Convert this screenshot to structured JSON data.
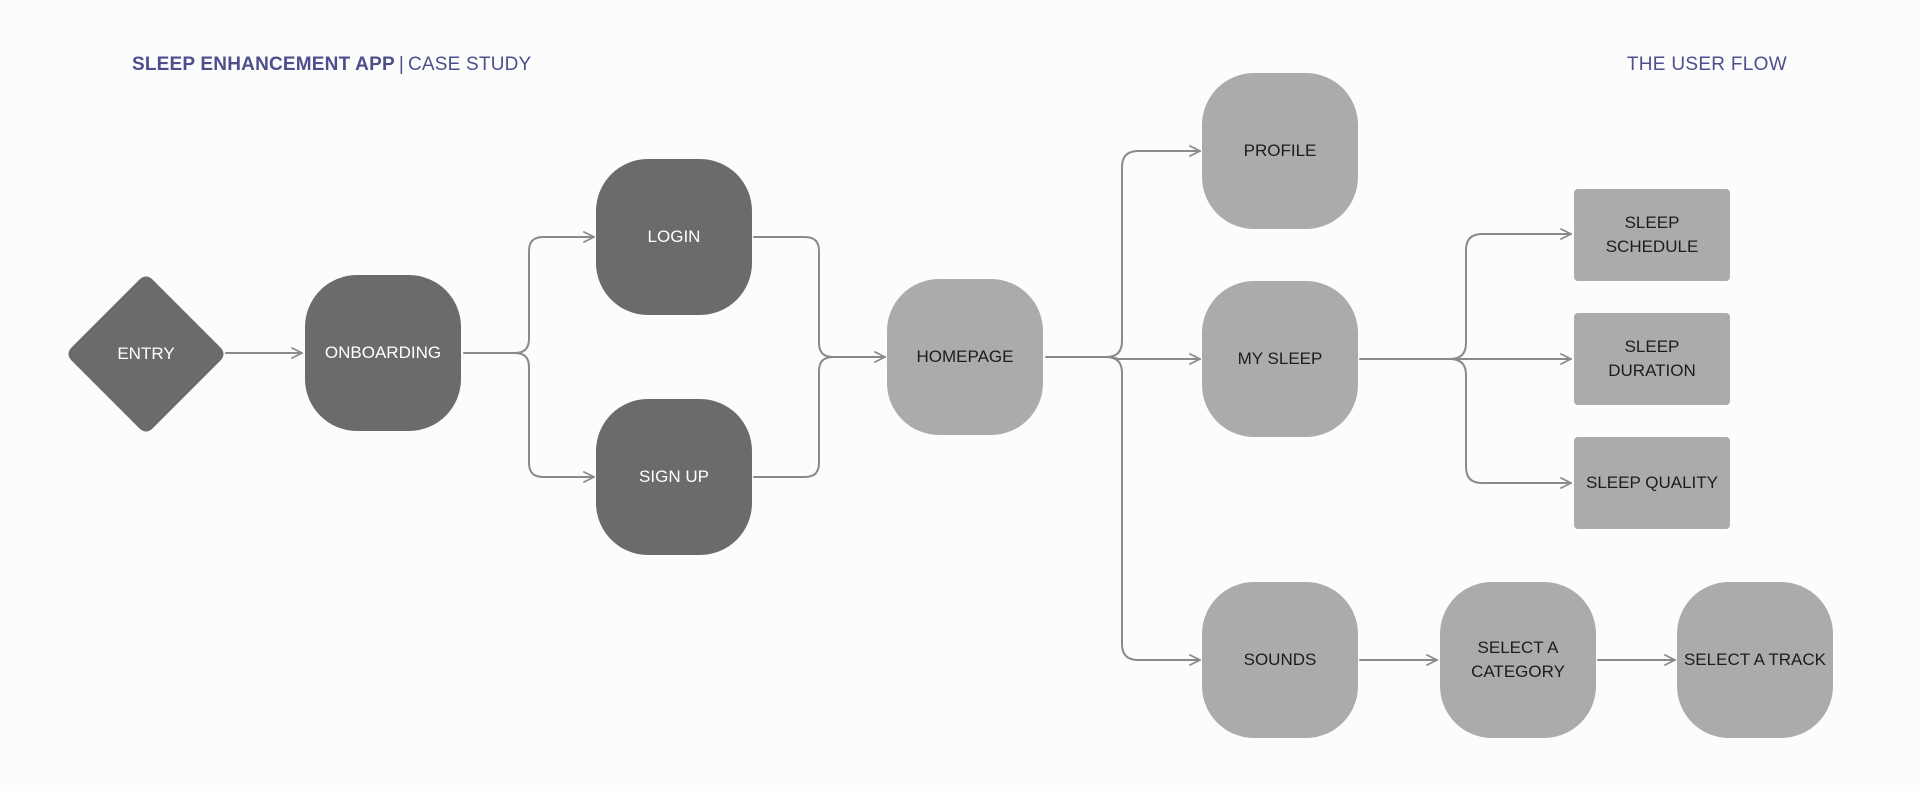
{
  "header": {
    "app_name": "SLEEP ENHANCEMENT APP",
    "separator": "|",
    "subtitle": "CASE STUDY",
    "right_title": "THE USER FLOW"
  },
  "colors": {
    "header_text": "#4c4f8c",
    "dark_node": "#6b6b6b",
    "light_node": "#ababab",
    "connector": "#8a8a8a",
    "background": "#fcfcfc"
  },
  "nodes": {
    "entry": "ENTRY",
    "onboarding": "ONBOARDING",
    "login": "LOGIN",
    "signup": "SIGN UP",
    "homepage": "HOMEPAGE",
    "profile": "PROFILE",
    "my_sleep": "MY SLEEP",
    "sounds": "SOUNDS",
    "sleep_schedule": "SLEEP\nSCHEDULE",
    "sleep_duration": "SLEEP\nDURATION",
    "sleep_quality": "SLEEP QUALITY",
    "select_category": "SELECT A\nCATEGORY",
    "select_track": "SELECT A TRACK"
  }
}
